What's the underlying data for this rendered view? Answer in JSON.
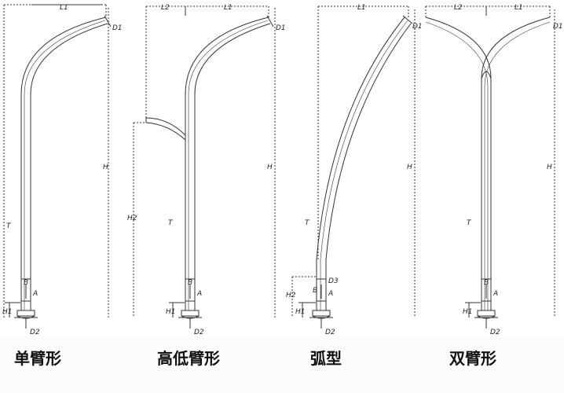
{
  "diagram": {
    "panels": [
      {
        "caption": "单臂形",
        "labels": {
          "l1": "L1",
          "d1": "D1",
          "h": "H",
          "t": "T",
          "b": "B",
          "a": "A",
          "h1": "H1",
          "d2": "D2"
        }
      },
      {
        "caption": "高低臂形",
        "labels": {
          "l1": "L1",
          "l2": "L2",
          "d1": "D1",
          "h": "H",
          "h2": "H2",
          "t": "T",
          "b": "B",
          "a": "A",
          "h1": "H1",
          "d2": "D2"
        }
      },
      {
        "caption": "弧型",
        "labels": {
          "l1": "L1",
          "d1": "D1",
          "h": "H",
          "t": "T",
          "d3": "D3",
          "b": "B",
          "a": "A",
          "h2": "H2",
          "h1": "H1",
          "d2": "D2"
        }
      },
      {
        "caption": "双臂形",
        "labels": {
          "l1": "L1",
          "l2": "L2",
          "d1": "D1",
          "h": "H",
          "t": "T",
          "b": "B",
          "a": "A",
          "h1": "H1",
          "d2": "D2"
        }
      }
    ]
  }
}
